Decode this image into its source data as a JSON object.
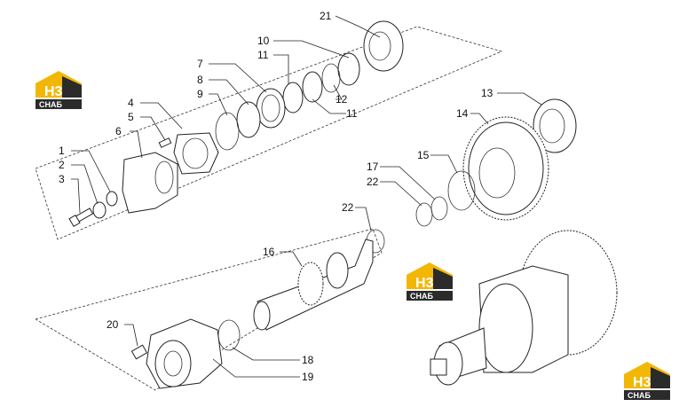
{
  "callouts": [
    {
      "id": "c1",
      "label": "1"
    },
    {
      "id": "c2",
      "label": "2"
    },
    {
      "id": "c3",
      "label": "3"
    },
    {
      "id": "c4",
      "label": "4"
    },
    {
      "id": "c5",
      "label": "5"
    },
    {
      "id": "c6",
      "label": "6"
    },
    {
      "id": "c7",
      "label": "7"
    },
    {
      "id": "c8",
      "label": "8"
    },
    {
      "id": "c9",
      "label": "9"
    },
    {
      "id": "c10",
      "label": "10"
    },
    {
      "id": "c11a",
      "label": "11"
    },
    {
      "id": "c11b",
      "label": "11"
    },
    {
      "id": "c12",
      "label": "12"
    },
    {
      "id": "c13",
      "label": "13"
    },
    {
      "id": "c14",
      "label": "14"
    },
    {
      "id": "c15",
      "label": "15"
    },
    {
      "id": "c16",
      "label": "16"
    },
    {
      "id": "c17",
      "label": "17"
    },
    {
      "id": "c18",
      "label": "18"
    },
    {
      "id": "c19",
      "label": "19"
    },
    {
      "id": "c20",
      "label": "20"
    },
    {
      "id": "c21",
      "label": "21"
    },
    {
      "id": "c22a",
      "label": "22"
    },
    {
      "id": "c22b",
      "label": "22"
    }
  ],
  "logo": {
    "mark": "H3",
    "text": "CHAБ"
  },
  "colors": {
    "logo_yellow": "#f2b705",
    "logo_dark": "#2b2b2b",
    "line": "#222222"
  }
}
